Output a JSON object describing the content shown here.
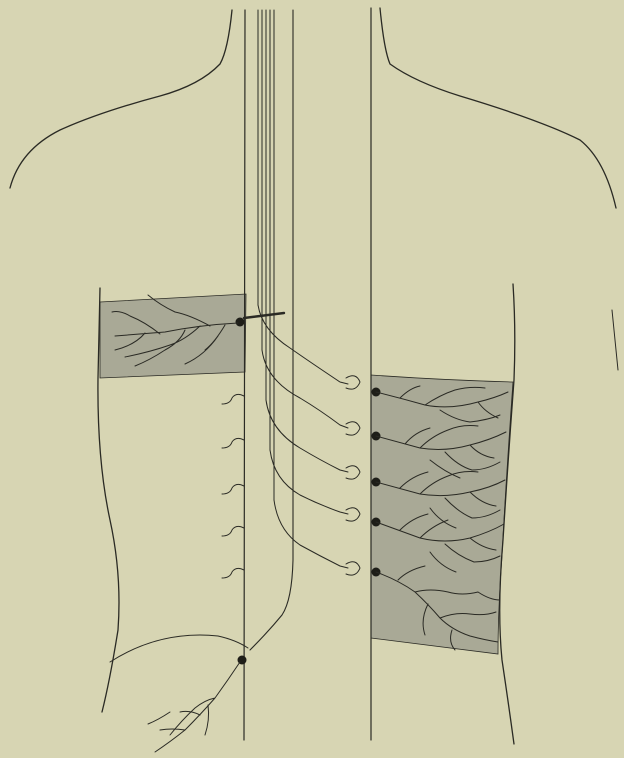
{
  "colors": {
    "background": "#d7d5b3",
    "shaded_region": "#a9a996",
    "ink": "#2a2a24"
  },
  "regions": [
    {
      "name": "upper-left-dermatome",
      "shaded": true
    },
    {
      "name": "right-trunk-dermatome",
      "shaded": true
    }
  ],
  "nerve_cells": {
    "upper": 1,
    "right_trunk": 5,
    "lower_left": 1
  }
}
